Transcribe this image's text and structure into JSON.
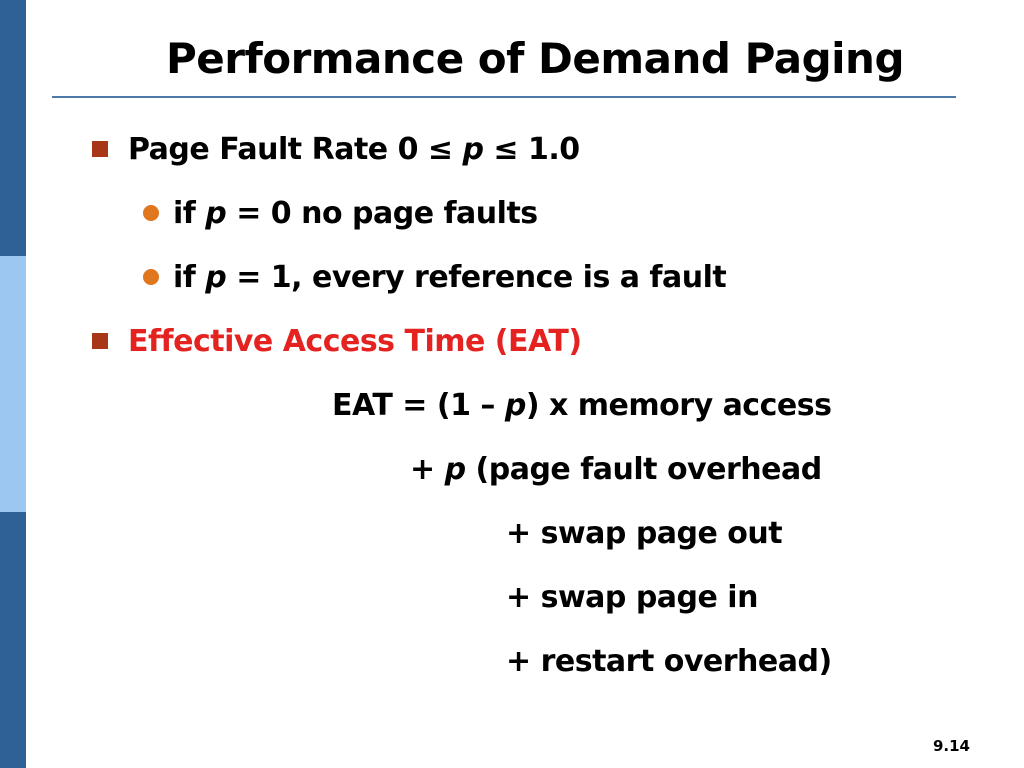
{
  "slide": {
    "title": "Performance of Demand Paging",
    "page_number": "9.14",
    "colors": {
      "sidebar_dark": "#2f6096",
      "sidebar_light": "#9cc7f0",
      "title_rule": "#4d79a8",
      "bullet_square": "#a83717",
      "bullet_dot": "#e0761e",
      "emphasis_red": "#e42320"
    },
    "bullets": {
      "b1": {
        "a": "Page Fault Rate 0 ≤ ",
        "var": "p",
        "b": " ≤ 1.0"
      },
      "b1_sub1": {
        "a": "if ",
        "var": "p",
        "b": " = 0 no page faults"
      },
      "b1_sub2": {
        "a": "if ",
        "var": "p",
        "b": " = 1, every reference is a fault"
      },
      "b2": {
        "text": "Effective Access Time (EAT)"
      }
    },
    "formula": {
      "l1": {
        "a": "EAT = (1 – ",
        "var": "p",
        "b": ") x memory access"
      },
      "l2": {
        "a": "+ ",
        "var": "p",
        "b": " (page fault overhead"
      },
      "l3": "+ swap page out",
      "l4": "+ swap page in",
      "l5": "+ restart overhead)"
    }
  }
}
